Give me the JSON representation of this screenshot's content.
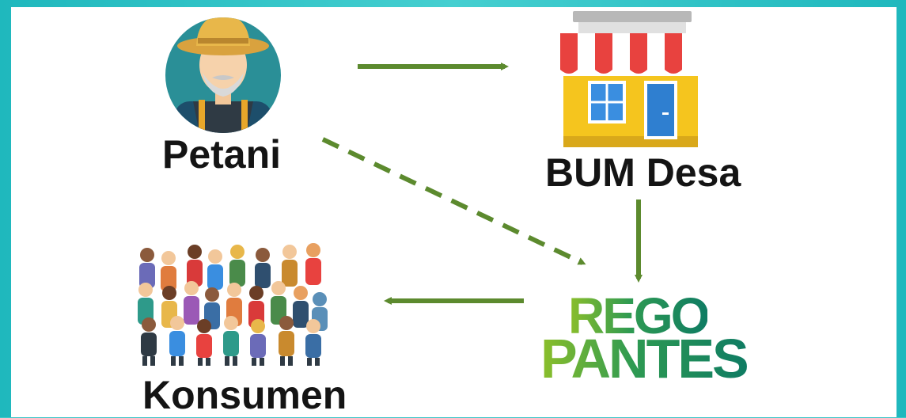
{
  "nodes": {
    "petani": {
      "label": "Petani",
      "icon": "farmer-icon"
    },
    "bum_desa": {
      "label": "BUM Desa",
      "icon": "shop-icon"
    },
    "regopantes": {
      "line1": "REGO",
      "line2": "PANTES",
      "icon": "regopantes-logo"
    },
    "konsumen": {
      "label": "Konsumen",
      "icon": "crowd-icon"
    }
  },
  "edges": [
    {
      "from": "Petani",
      "to": "BUM Desa",
      "style": "solid"
    },
    {
      "from": "Petani",
      "to": "REGO PANTES",
      "style": "dashed"
    },
    {
      "from": "BUM Desa",
      "to": "REGO PANTES",
      "style": "solid"
    },
    {
      "from": "REGO PANTES",
      "to": "Konsumen",
      "style": "solid"
    }
  ],
  "colors": {
    "arrow": "#5c8a2e",
    "frame": "#3fc7c9",
    "logo_start": "#8cbf2a",
    "logo_end": "#0f7c63"
  }
}
